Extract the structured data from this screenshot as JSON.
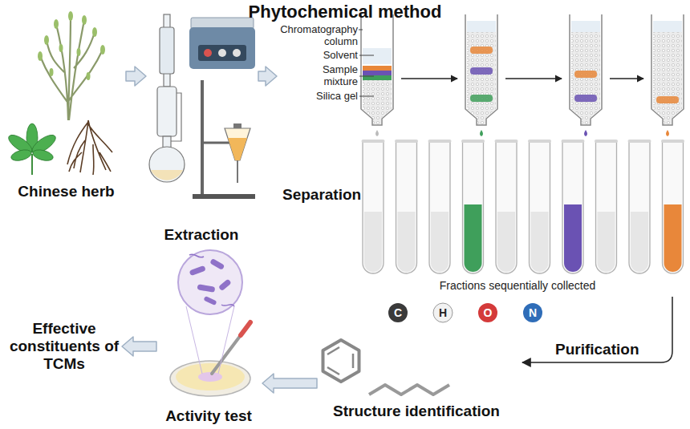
{
  "diagram": {
    "title": "Phytochemical method",
    "nodes": [
      {
        "text": [
          "Chinese herb"
        ]
      },
      {
        "text": [
          "Extraction"
        ]
      },
      {
        "text": [
          "Separation"
        ]
      },
      {
        "text": [
          "Structure identification"
        ]
      },
      {
        "text": [
          "Activity test"
        ]
      },
      {
        "text": [
          "Effective constituents of TCMs"
        ]
      }
    ],
    "edges": [
      {
        "from": 0,
        "to": 1,
        "arrow": "to"
      },
      {
        "from": 1,
        "to": 2,
        "arrow": "to"
      },
      {
        "from": 2,
        "to": 3,
        "label": "Purification",
        "arrow": "to"
      },
      {
        "from": 3,
        "to": 4,
        "arrow": "to"
      },
      {
        "from": 4,
        "to": 5,
        "arrow": "to"
      }
    ],
    "labels": [
      "Chromatography column",
      "Solvent",
      "Sample mixture",
      "Silica gel",
      "Fractions sequentially collected",
      "C",
      "H",
      "O",
      "N"
    ]
  }
}
